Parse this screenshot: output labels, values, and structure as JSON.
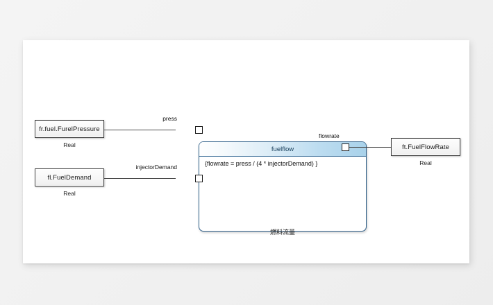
{
  "diagram": {
    "type": "sysml-parametric-diagram",
    "canvas_background": "#ffffff",
    "page_background": "#f2f2f2",
    "accent_color": "#2c5d87",
    "header_gradient_end": "#a9d2ea"
  },
  "constraint_block": {
    "title": "fuelflow",
    "expression": "{flowrate = press / (4 * injectorDemand) }",
    "caption": "燃料流量"
  },
  "ports": [
    {
      "id": "press",
      "label": "press",
      "side": "left"
    },
    {
      "id": "injectorDemand",
      "label": "injectorDemand",
      "side": "left"
    },
    {
      "id": "flowrate",
      "label": "flowrate",
      "side": "right"
    }
  ],
  "value_properties": [
    {
      "id": "fuel-pressure",
      "label": "fr.fuel.FurelPressure",
      "type": "Real"
    },
    {
      "id": "fuel-demand",
      "label": "fl.FuelDemand",
      "type": "Real"
    },
    {
      "id": "fuel-flow-rate",
      "label": "ft.FuelFlowRate",
      "type": "Real"
    }
  ],
  "connectors": [
    {
      "from": "fr.fuel.FurelPressure",
      "to": "press"
    },
    {
      "from": "fl.FuelDemand",
      "to": "injectorDemand"
    },
    {
      "from": "flowrate",
      "to": "ft.FuelFlowRate"
    }
  ]
}
